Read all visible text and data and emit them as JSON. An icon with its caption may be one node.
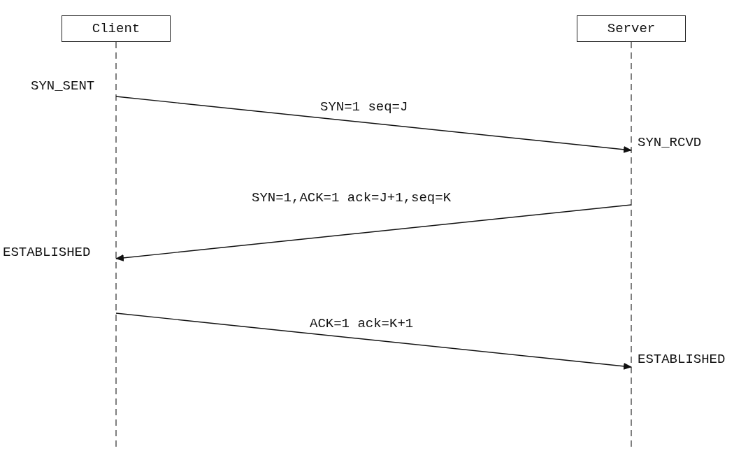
{
  "diagram": {
    "nodes": [
      {
        "text": [
          "Client"
        ]
      },
      {
        "text": [
          "Server"
        ]
      }
    ],
    "edges": [
      {
        "from": 0,
        "to": 1,
        "arrow": "to",
        "label": "SYN=1 seq=J"
      },
      {
        "from": 1,
        "to": 0,
        "arrow": "to",
        "label": "SYN=1,ACK=1 ack=J+1,seq=K"
      },
      {
        "from": 0,
        "to": 1,
        "arrow": "to",
        "label": "ACK=1 ack=K+1"
      }
    ],
    "labels": [
      "SYN_SENT",
      "SYN_RCVD",
      "ESTABLISHED",
      "ESTABLISHED"
    ]
  }
}
